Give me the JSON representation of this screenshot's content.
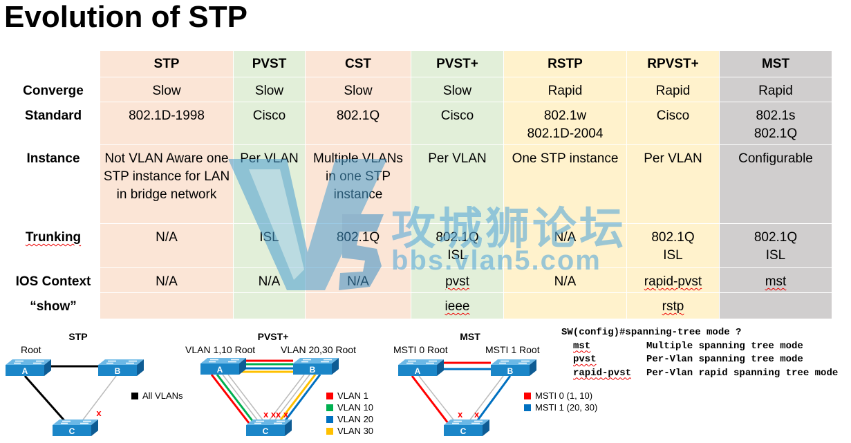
{
  "title": "Evolution of STP",
  "table": {
    "columns": [
      "STP",
      "PVST",
      "CST",
      "PVST+",
      "RSTP",
      "RPVST+",
      "MST"
    ],
    "rows": [
      {
        "label": "Converge",
        "cells": [
          "Slow",
          "Slow",
          "Slow",
          "Slow",
          "Rapid",
          "Rapid",
          "Rapid"
        ]
      },
      {
        "label": "Standard",
        "cells": [
          "802.1D-1998",
          "Cisco",
          "802.1Q",
          "Cisco",
          "802.1w\n802.1D-2004",
          "Cisco",
          "802.1s\n802.1Q"
        ]
      },
      {
        "label": "Instance",
        "cells": [
          "Not VLAN Aware one STP instance for LAN in bridge network",
          "Per VLAN",
          "Multiple VLANs in one STP instance",
          "Per VLAN",
          "One STP instance",
          "Per VLAN",
          "Configurable"
        ]
      },
      {
        "label": "Trunking",
        "cells": [
          "N/A",
          "ISL",
          "802.1Q",
          "802.1Q\nISL",
          "N/A",
          "802.1Q\nISL",
          "802.1Q\nISL"
        ]
      },
      {
        "label": "IOS Context",
        "cells": [
          "N/A",
          "N/A",
          "N/A",
          "pvst",
          "N/A",
          "rapid-pvst",
          "mst"
        ]
      },
      {
        "label": "“show”",
        "cells": [
          "",
          "",
          "",
          "ieee",
          "",
          "rstp",
          ""
        ]
      }
    ]
  },
  "watermark": {
    "text": "攻城狮论坛",
    "url": "bbs.vlan5.com"
  },
  "diagrams": {
    "stp": {
      "title": "STP",
      "root_label": "Root",
      "legend": "All VLANs",
      "switches": [
        "A",
        "B",
        "C"
      ]
    },
    "pvst": {
      "title": "PVST+",
      "root_a": "VLAN 1,10 Root",
      "root_b": "VLAN 20,30 Root",
      "legend": [
        {
          "label": "VLAN 1",
          "color": "#ff0000"
        },
        {
          "label": "VLAN 10",
          "color": "#00b050"
        },
        {
          "label": "VLAN 20",
          "color": "#0070c0"
        },
        {
          "label": "VLAN 30",
          "color": "#ffc000"
        }
      ],
      "switches": [
        "A",
        "B",
        "C"
      ]
    },
    "mst": {
      "title": "MST",
      "root_a": "MSTI 0 Root",
      "root_b": "MSTI 1 Root",
      "legend": [
        {
          "label": "MSTI 0 (1, 10)",
          "color": "#ff0000"
        },
        {
          "label": "MSTI 1 (20, 30)",
          "color": "#0070c0"
        }
      ],
      "switches": [
        "A",
        "B",
        "C"
      ]
    }
  },
  "cli": {
    "prompt": "SW(config)#spanning-tree mode ?",
    "options": [
      {
        "cmd": "mst",
        "desc": "Multiple spanning tree mode"
      },
      {
        "cmd": "pvst",
        "desc": "Per-Vlan spanning tree mode"
      },
      {
        "cmd": "rapid-pvst",
        "desc": "Per-Vlan rapid spanning tree mode"
      }
    ]
  },
  "colors": {
    "switch_blue": "#1e90d2",
    "blocked": "#ff0000"
  }
}
